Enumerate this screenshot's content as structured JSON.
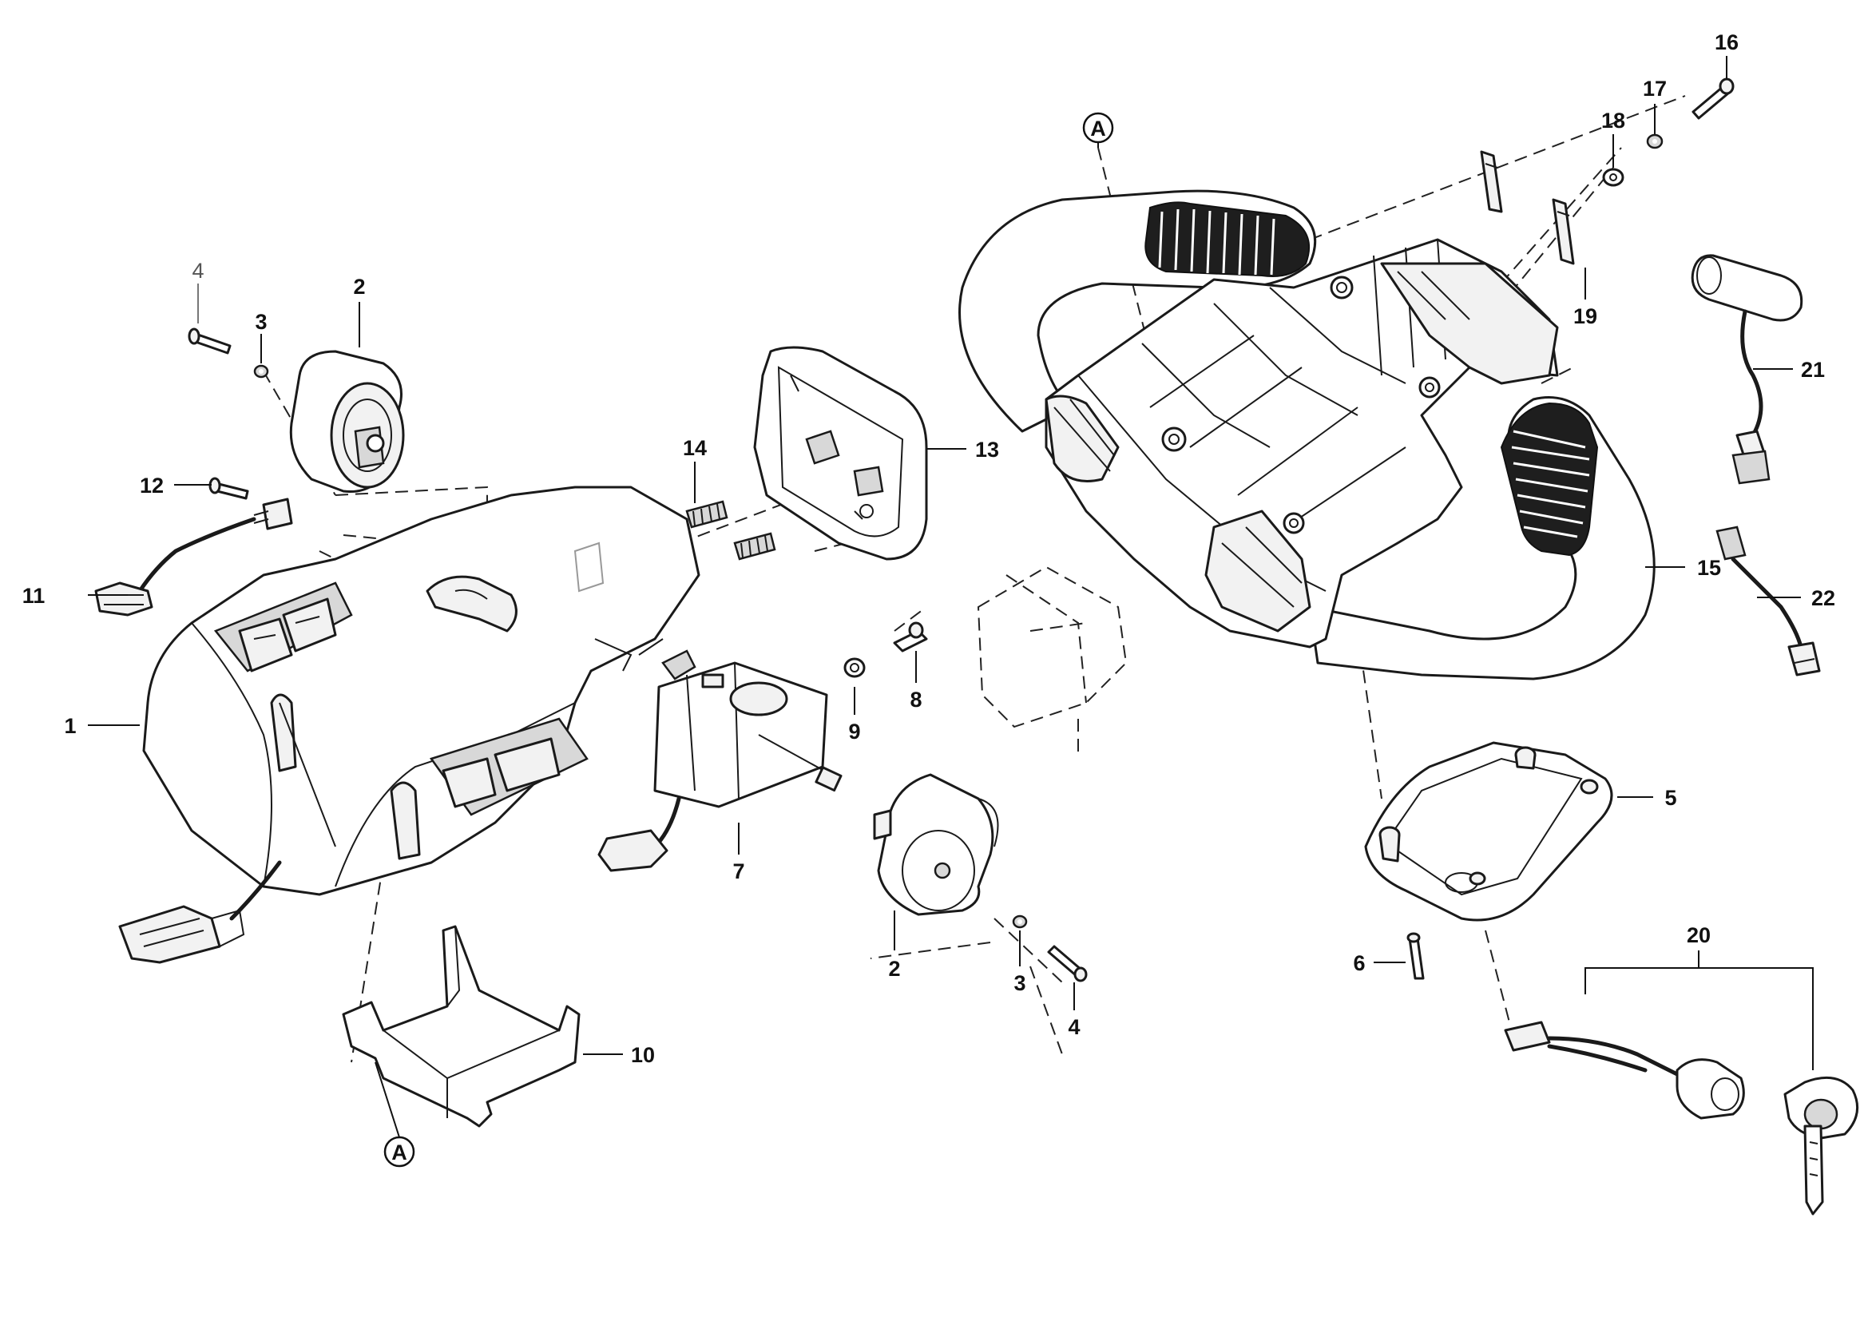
{
  "diagram": {
    "callouts": [
      {
        "key": "c1",
        "text": "1"
      },
      {
        "key": "c2a",
        "text": "2"
      },
      {
        "key": "c2b",
        "text": "2"
      },
      {
        "key": "c3a",
        "text": "3"
      },
      {
        "key": "c3b",
        "text": "3"
      },
      {
        "key": "c4a",
        "text": "4"
      },
      {
        "key": "c4b",
        "text": "4"
      },
      {
        "key": "c5",
        "text": "5"
      },
      {
        "key": "c6",
        "text": "6"
      },
      {
        "key": "c7",
        "text": "7"
      },
      {
        "key": "c8",
        "text": "8"
      },
      {
        "key": "c9",
        "text": "9"
      },
      {
        "key": "c10",
        "text": "10"
      },
      {
        "key": "c11",
        "text": "11"
      },
      {
        "key": "c12",
        "text": "12"
      },
      {
        "key": "c13",
        "text": "13"
      },
      {
        "key": "c14",
        "text": "14"
      },
      {
        "key": "c15",
        "text": "15"
      },
      {
        "key": "c16",
        "text": "16"
      },
      {
        "key": "c17",
        "text": "17"
      },
      {
        "key": "c18",
        "text": "18"
      },
      {
        "key": "c19",
        "text": "19"
      },
      {
        "key": "c20",
        "text": "20"
      },
      {
        "key": "c21",
        "text": "21"
      },
      {
        "key": "c22",
        "text": "22"
      }
    ],
    "reference_marks": [
      {
        "key": "ref_top",
        "text": "A"
      },
      {
        "key": "ref_bottom",
        "text": "A"
      }
    ]
  }
}
